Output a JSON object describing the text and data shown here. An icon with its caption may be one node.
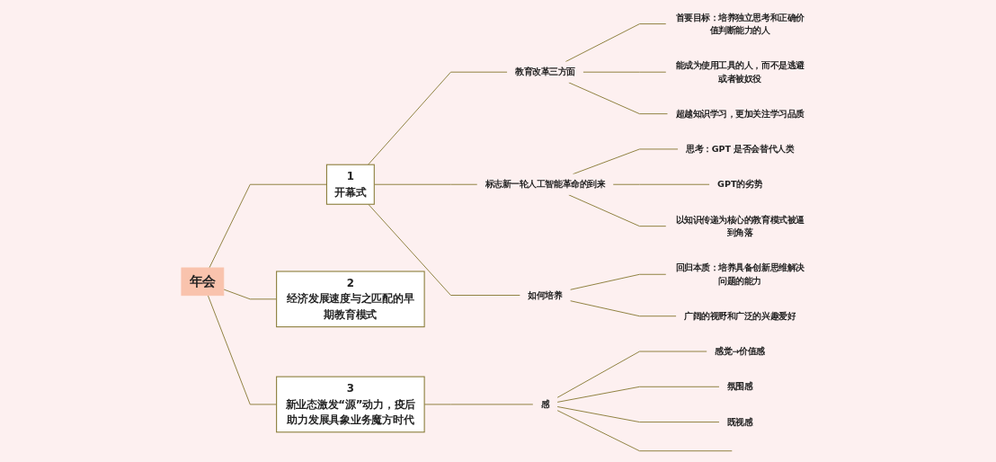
{
  "diagram": {
    "nodes": [
      {
        "text": [
          "年会"
        ]
      },
      {
        "text": [
          "1",
          "开幕式"
        ]
      },
      {
        "text": [
          "教育改革三方面"
        ]
      },
      {
        "text": [
          "首要目标：培养独立思考和正确价值判断能力的人"
        ]
      },
      {
        "text": [
          "能成为使用工具的人，而不是逃避或者被奴役"
        ]
      },
      {
        "text": [
          "超越知识学习，更加关注学习品质"
        ]
      },
      {
        "text": [
          "标志新一轮人工智能革命的到来"
        ]
      },
      {
        "text": [
          "思考：GPT 是否会替代人类"
        ]
      },
      {
        "text": [
          "GPT的劣势"
        ]
      },
      {
        "text": [
          "以知识传递为核心的教育模式被逼到角落"
        ]
      },
      {
        "text": [
          "如何培养"
        ]
      },
      {
        "text": [
          "回归本质：培养具备创新思维解决问题的能力"
        ]
      },
      {
        "text": [
          "广阔的视野和广泛的兴趣爱好"
        ]
      },
      {
        "text": [
          "2",
          "经济发展速度与之匹配的早期教育模式"
        ]
      },
      {
        "text": [
          "3",
          "新业态激发“源”动力，疫后助力发展具象业务魔方时代"
        ]
      },
      {
        "text": [
          "感"
        ]
      },
      {
        "text": [
          "感觉→价值感"
        ]
      },
      {
        "text": [
          "氛围感"
        ]
      },
      {
        "text": [
          "既视感"
        ]
      }
    ],
    "edges": [
      {
        "from": 0,
        "to": 1,
        "arrow": "none"
      },
      {
        "from": 1,
        "to": 2,
        "arrow": "none"
      },
      {
        "from": 2,
        "to": 3,
        "arrow": "none"
      },
      {
        "from": 2,
        "to": 4,
        "arrow": "none"
      },
      {
        "from": 2,
        "to": 5,
        "arrow": "none"
      },
      {
        "from": 1,
        "to": 6,
        "arrow": "none"
      },
      {
        "from": 6,
        "to": 7,
        "arrow": "none"
      },
      {
        "from": 6,
        "to": 8,
        "arrow": "none"
      },
      {
        "from": 6,
        "to": 9,
        "arrow": "none"
      },
      {
        "from": 1,
        "to": 10,
        "arrow": "none"
      },
      {
        "from": 10,
        "to": 11,
        "arrow": "none"
      },
      {
        "from": 10,
        "to": 12,
        "arrow": "none"
      },
      {
        "from": 0,
        "to": 13,
        "arrow": "none"
      },
      {
        "from": 0,
        "to": 14,
        "arrow": "none"
      },
      {
        "from": 14,
        "to": 15,
        "arrow": "none"
      },
      {
        "from": 15,
        "to": 16,
        "arrow": "none"
      },
      {
        "from": 15,
        "to": 17,
        "arrow": "none"
      },
      {
        "from": 15,
        "to": 18,
        "arrow": "none"
      },
      {
        "from": 15,
        "to": null,
        "arrow": "none"
      }
    ]
  }
}
